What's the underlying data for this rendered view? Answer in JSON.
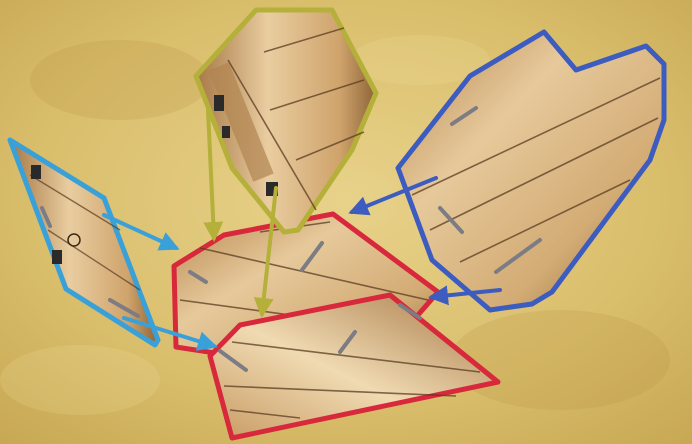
{
  "diagram": {
    "kind": "exploded assembly of wooden panels",
    "background": "parchment",
    "outline_colors": {
      "left_panel": "#3aa0d8",
      "top_panel": "#b4b03a",
      "right_panel": "#3c5cc0",
      "assembled_base": "#d8283c"
    },
    "arrow_colors": {
      "from_left": "#3aa0d8",
      "from_top": "#b4b03a",
      "from_right": "#3c5cc0"
    },
    "wood_colors": {
      "light": "#e9cda0",
      "mid": "#c99c63",
      "dark": "#7a5530",
      "plank_line": "#5a3c22"
    },
    "parts": [
      {
        "id": "left_panel",
        "label": ""
      },
      {
        "id": "top_panel",
        "label": ""
      },
      {
        "id": "right_panel",
        "label": ""
      },
      {
        "id": "assembled_base",
        "label": ""
      }
    ]
  }
}
